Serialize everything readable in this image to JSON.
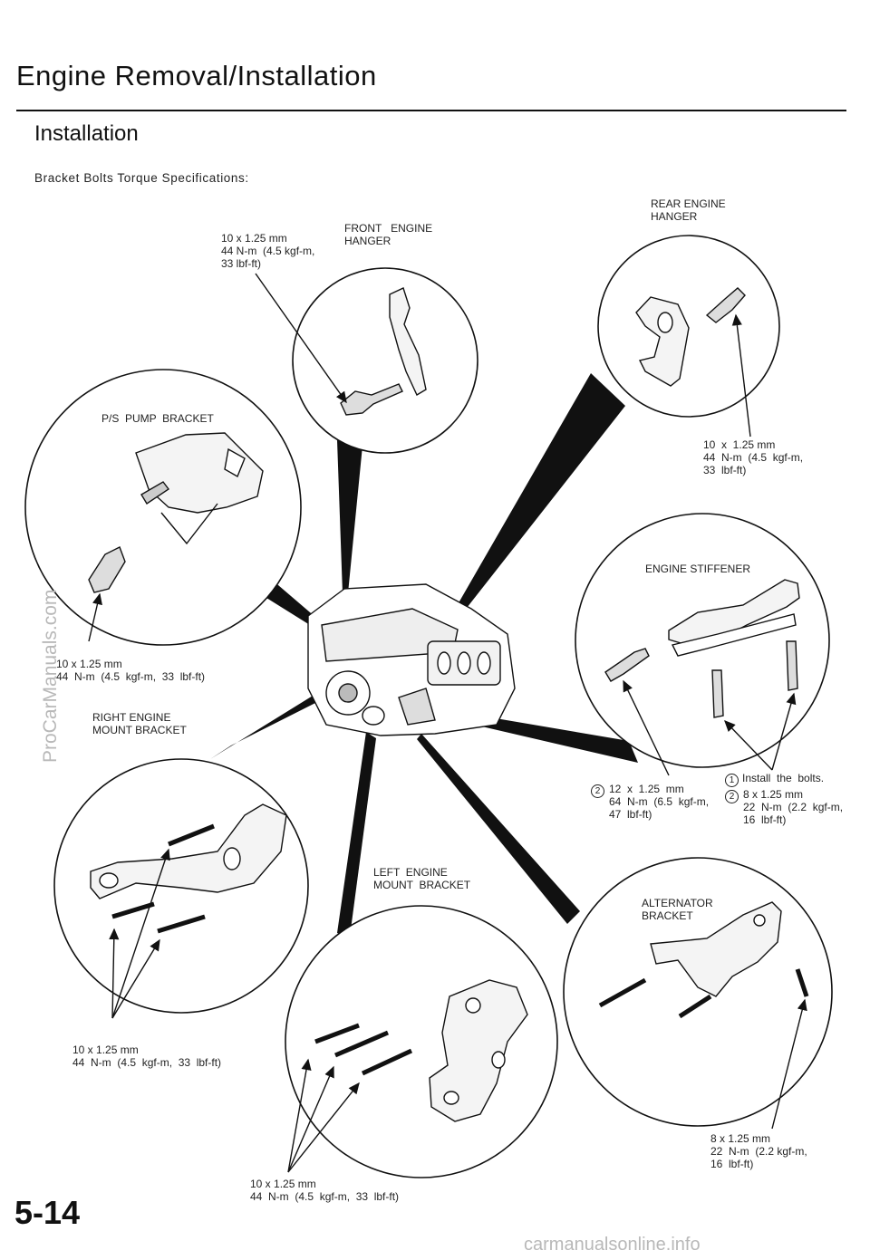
{
  "page": {
    "title": "Engine  Removal/Installation",
    "subtitle": "Installation",
    "intro": "Bracket  Bolts  Torque  Specifications:",
    "page_number": "5-14",
    "watermark_side": "ProCarManuals.com",
    "watermark_footer": "carmanualsonline.info"
  },
  "labels": {
    "front_hanger": "FRONT   ENGINE\nHANGER",
    "front_hanger_torque": "10 x 1.25 mm\n44 N-m  (4.5 kgf-m,\n33 lbf-ft)",
    "rear_hanger": "REAR ENGINE\nHANGER",
    "rear_hanger_torque": "10  x  1.25 mm\n44  N-m  (4.5  kgf-m,\n33  lbf-ft)",
    "ps_pump": "P/S  PUMP  BRACKET",
    "ps_pump_torque": "10 x 1.25 mm\n44  N-m  (4.5  kgf-m,  33  lbf-ft)",
    "right_mount": "RIGHT ENGINE\nMOUNT BRACKET",
    "right_mount_torque": "10 x 1.25 mm\n44  N-m  (4.5  kgf-m,  33  lbf-ft)",
    "stiffener": "ENGINE STIFFENER",
    "stiffener_torque_2a_num": "2",
    "stiffener_torque_2a": "12  x  1.25  mm\n64  N-m  (6.5  kgf-m,\n47  lbf-ft)",
    "stiffener_step1_num": "1",
    "stiffener_step1": "Install  the  bolts.",
    "stiffener_step2_num": "2",
    "stiffener_step2": "8 x 1.25 mm\n22  N-m  (2.2  kgf-m,\n16  lbf-ft)",
    "left_mount": "LEFT  ENGINE\nMOUNT  BRACKET",
    "left_mount_torque": "10 x 1.25 mm\n44  N-m  (4.5  kgf-m,  33  lbf-ft)",
    "alternator": "ALTERNATOR\nBRACKET",
    "alternator_torque": "8 x 1.25 mm\n22  N-m  (2.2 kgf-m,\n16  lbf-ft)"
  }
}
